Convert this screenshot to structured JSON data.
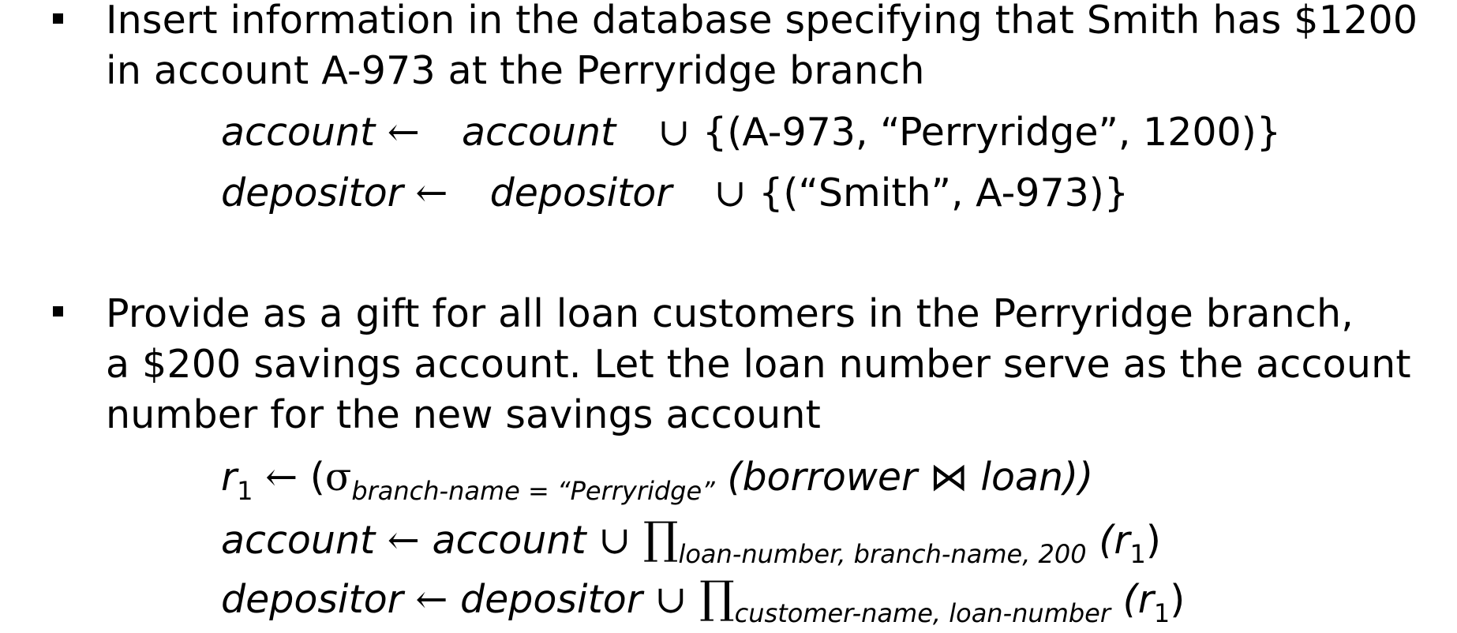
{
  "slide": {
    "bullet1": {
      "lines": [
        "Insert information in the database specifying that Smith has $1200",
        "in account A-973 at the Perryridge branch"
      ],
      "formula1": {
        "lhs": "account",
        "arrow": "←",
        "rhs": "account",
        "union": "∪",
        "tuple": "{(A-973, “Perryridge”, 1200)}"
      },
      "formula2": {
        "lhs": "depositor",
        "arrow": "←",
        "rhs": "depositor",
        "union": "∪",
        "tuple": "{(“Smith”, A-973)}"
      }
    },
    "bullet2": {
      "lines": [
        "Provide as a gift for all loan customers in the Perryridge branch,",
        "a $200 savings account. Let the loan number serve as the account",
        "number for the new savings account"
      ],
      "formula3": {
        "r": "r",
        "r_sub": "1",
        "arrow": "←",
        "open": "(",
        "sigma": "σ",
        "condition": "branch-name = “Perryridge”",
        "join_expr_left": "(borrower",
        "join": "⋈",
        "join_expr_right": "loan))"
      },
      "formula4": {
        "lhs": "account",
        "arrow": "←",
        "rhs": "account",
        "union": "∪",
        "pi": "∏",
        "attributes": "loan-number, branch-name, 200",
        "arg_open": "(",
        "arg_r": "r",
        "arg_sub": "1",
        "arg_close": ")"
      },
      "formula5": {
        "lhs": "depositor",
        "arrow": "←",
        "rhs": "depositor",
        "union": "∪",
        "pi": "∏",
        "attributes": "customer-name, loan-number",
        "arg_open": "(",
        "arg_r": "r",
        "arg_sub": "1",
        "arg_close": ")"
      }
    }
  }
}
